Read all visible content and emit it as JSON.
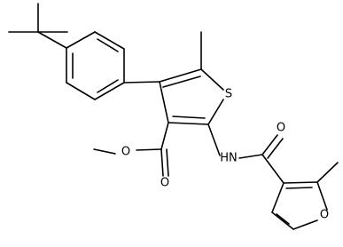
{
  "molecule": {
    "atom_labels": {
      "sulfur": "S",
      "ester_carbonyl_oxygen": "O",
      "ester_ether_oxygen": "O",
      "amide_nitrogen": "HN",
      "amide_carbonyl_oxygen": "O",
      "furan_oxygen": "O"
    }
  },
  "colors": {
    "bond": "#000000",
    "label": "#000000",
    "background": "#ffffff"
  }
}
